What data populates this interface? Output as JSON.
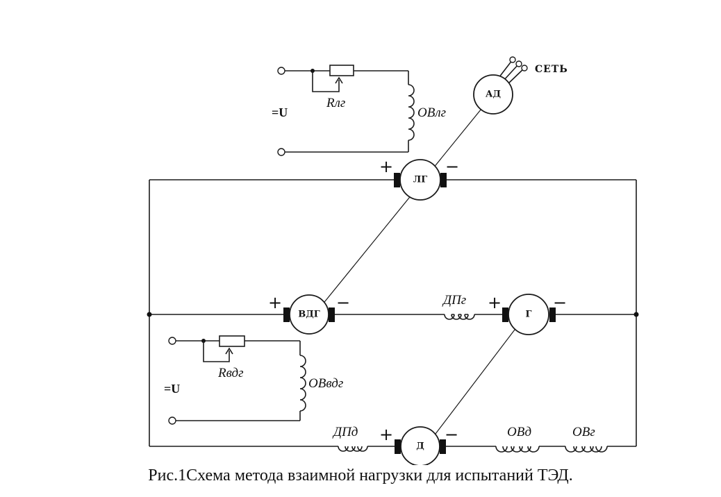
{
  "machines": {
    "ad": "АД",
    "lg": "ЛГ",
    "vdg": "ВДГ",
    "g": "Г",
    "d": "Д"
  },
  "labels": {
    "network": "СЕТЬ",
    "r_lg": "Rлг",
    "ov_lg": "ОВлг",
    "u_top": "=U",
    "r_vdg": "Rвдг",
    "ov_vdg": "ОВвдг",
    "u_bottom": "=U",
    "dp_g": "ДПг",
    "dp_d": "ДПд",
    "ov_d": "ОВд",
    "ov_g": "ОВг"
  },
  "polarity": {
    "plus": "+",
    "minus": "−"
  },
  "caption": "Рис.1Схема метода взаимной нагрузки для испытаний ТЭД."
}
